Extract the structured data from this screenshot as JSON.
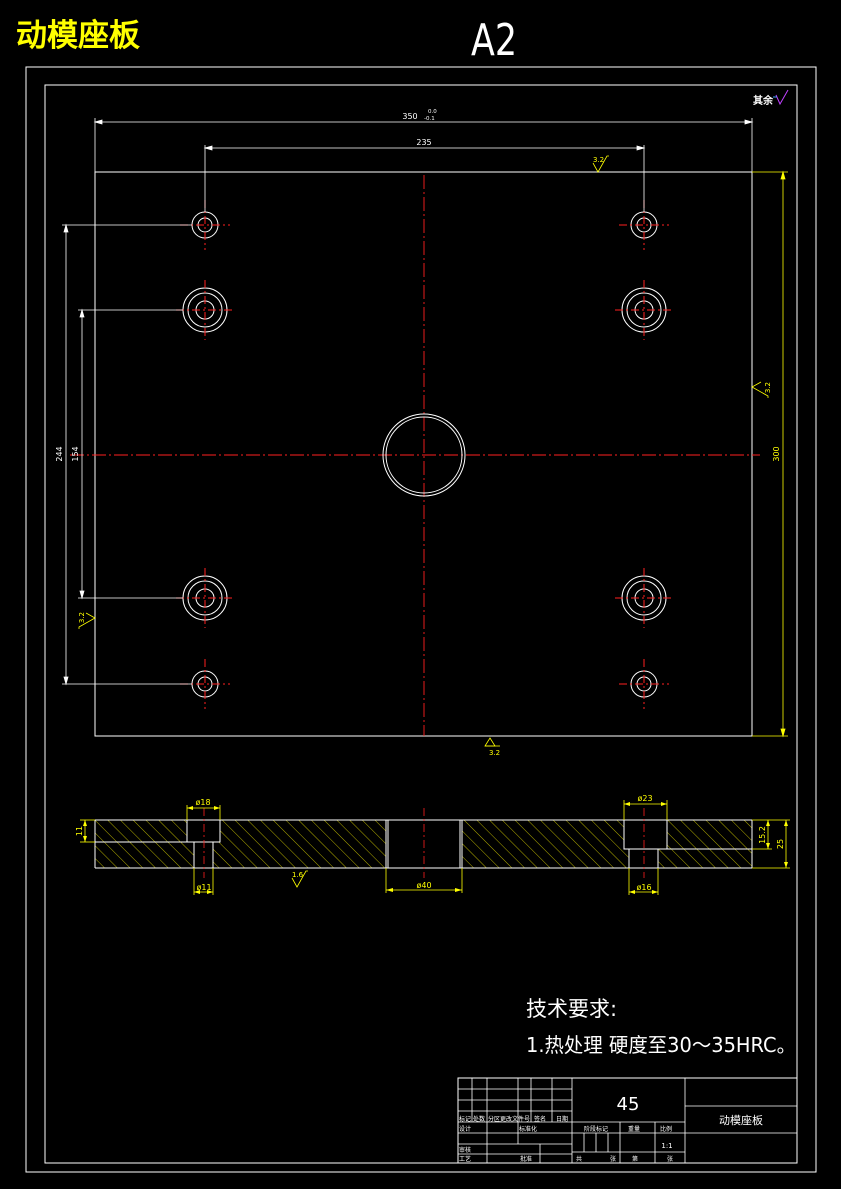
{
  "header": {
    "part_title": "动模座板",
    "sheet_size": "A2"
  },
  "surface_finish": {
    "other_label": "其余",
    "ra_3_2": "3.2",
    "ra_1_6": "1.6"
  },
  "plan_view": {
    "dim_width": "350",
    "dim_width_tol_upper": "0.0",
    "dim_width_tol_lower": "-0.1",
    "dim_hole_spacing_x": "235",
    "dim_height": "300",
    "dim_outer_hole_spacing_y": "244",
    "dim_inner_hole_spacing_y": "154"
  },
  "section_view": {
    "dim_thickness": "25",
    "dim_step_right": "15.2",
    "dim_step_left": "11",
    "dim_dia_18": "ø18",
    "dim_dia_11": "ø11",
    "dim_dia_40": "ø40",
    "dim_dia_23": "ø23",
    "dim_dia_16": "ø16"
  },
  "tech_requirements": {
    "heading": "技术要求:",
    "item_1": "1.热处理 硬度至30～35HRC。"
  },
  "title_block": {
    "material": "45",
    "part_name": "动模座板",
    "scale": "1:1",
    "labels": {
      "marks": "标记",
      "count": "处数",
      "zone": "分区",
      "change_doc": "更改文件号",
      "signature": "签名",
      "date": "日期",
      "design": "设计",
      "standardize": "标准化",
      "review": "审核",
      "process": "工艺",
      "approve": "批准",
      "stage_mark": "阶段标记",
      "weight": "重量",
      "scale_label": "比例",
      "total": "共",
      "sheets": "张",
      "sheet_no": "第"
    }
  },
  "colors": {
    "outline": "#ffffff",
    "centerline": "#ff2020",
    "dimension": "#ffff00",
    "hatch": "#ffff00",
    "title": "#ffff00"
  }
}
